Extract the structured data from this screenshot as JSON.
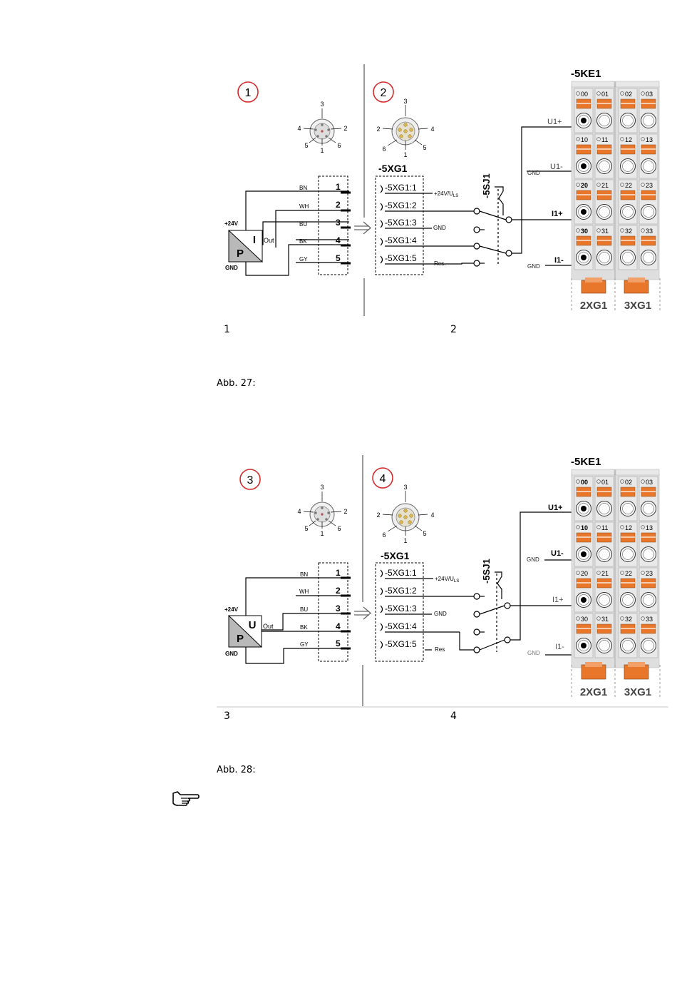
{
  "figures": [
    {
      "id": "abb27",
      "caption": "Abb. 27:",
      "left_marker": "1",
      "right_marker": "2",
      "left_number": "1",
      "right_number": "2",
      "sensor": {
        "top_letter": "I",
        "bottom_letter": "P",
        "supply": "+24V",
        "ground": "GND",
        "output": "Out"
      },
      "cable": {
        "colors": [
          "BN",
          "WH",
          "BU",
          "BK",
          "GY"
        ],
        "pins": [
          "1",
          "2",
          "3",
          "4",
          "5"
        ]
      },
      "connector": {
        "title": "-5XG1",
        "pins": [
          "-5XG1:1",
          "-5XG1:2",
          "-5XG1:3",
          "-5XG1:4",
          "-5XG1:5"
        ]
      },
      "connector_signals": {
        "supply_base": "+24V/U",
        "supply_sub": "LS",
        "ground": "GND",
        "reserve": "Res."
      },
      "switch": "-5SJ1",
      "module": {
        "title": "-5KE1",
        "rows": [
          [
            "00",
            "01",
            "02",
            "03"
          ],
          [
            "10",
            "11",
            "12",
            "13"
          ],
          [
            "20",
            "21",
            "22",
            "23"
          ],
          [
            "30",
            "31",
            "32",
            "33"
          ]
        ],
        "connectors": [
          "2XG1",
          "3XG1"
        ],
        "terminals": [
          "U1+",
          "U1-",
          "I1+",
          "I1-"
        ],
        "gnd": "GND"
      },
      "socket_numbers": {
        "left": [
          "3",
          "4",
          "2",
          "5",
          "1",
          "6"
        ],
        "right": [
          "3",
          "2",
          "4",
          "6",
          "1",
          "5"
        ]
      }
    },
    {
      "id": "abb28",
      "caption": "Abb. 28:",
      "left_marker": "3",
      "right_marker": "4",
      "left_number": "3",
      "right_number": "4",
      "sensor": {
        "top_letter": "U",
        "bottom_letter": "P",
        "supply": "+24V",
        "ground": "GND",
        "output": "Out"
      },
      "cable": {
        "colors": [
          "BN",
          "WH",
          "BU",
          "BK",
          "GY"
        ],
        "pins": [
          "1",
          "2",
          "3",
          "4",
          "5"
        ]
      },
      "connector": {
        "title": "-5XG1",
        "pins": [
          "-5XG1:1",
          "-5XG1:2",
          "-5XG1:3",
          "-5XG1:4",
          "-5XG1:5"
        ]
      },
      "connector_signals": {
        "supply_base": "+24V/U",
        "supply_sub": "LS",
        "ground": "GND",
        "reserve": "Res"
      },
      "switch": "-5SJ1",
      "module": {
        "title": "-5KE1",
        "rows": [
          [
            "00",
            "01",
            "02",
            "03"
          ],
          [
            "10",
            "11",
            "12",
            "13"
          ],
          [
            "20",
            "21",
            "22",
            "23"
          ],
          [
            "30",
            "31",
            "32",
            "33"
          ]
        ],
        "connectors": [
          "2XG1",
          "3XG1"
        ],
        "terminals": [
          "U1+",
          "U1-",
          "I1+",
          "I1-"
        ],
        "gnd": "GND"
      },
      "socket_numbers": {
        "left": [
          "3",
          "4",
          "2",
          "5",
          "1",
          "6"
        ],
        "right": [
          "3",
          "2",
          "4",
          "6",
          "1",
          "5"
        ]
      }
    }
  ],
  "colors": {
    "accent_orange": "#e8762b",
    "marker_red": "#d42a2a",
    "module_grey": "#d9d9d9",
    "line": "#000000",
    "divider": "#9a9a9a"
  },
  "icons": {
    "note": "pointing-hand-icon"
  }
}
